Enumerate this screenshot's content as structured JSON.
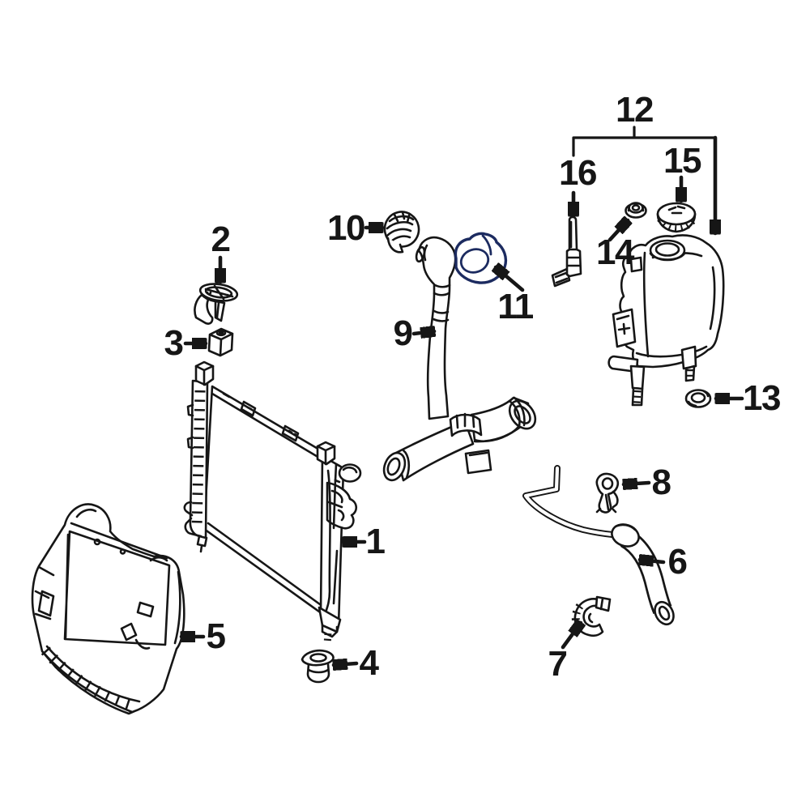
{
  "diagram": {
    "type": "exploded-parts-diagram",
    "subject": "engine cooling radiator, hoses and coolant reservoir",
    "background": "#ffffff",
    "line_color": "#161616",
    "highlight_color": "#3E62AE",
    "highlight_outline": "#1C2B60",
    "highlighted_callout": "11"
  },
  "callouts": [
    {
      "id": "1",
      "label": "1"
    },
    {
      "id": "2",
      "label": "2"
    },
    {
      "id": "3",
      "label": "3"
    },
    {
      "id": "4",
      "label": "4"
    },
    {
      "id": "5",
      "label": "5"
    },
    {
      "id": "6",
      "label": "6"
    },
    {
      "id": "7",
      "label": "7"
    },
    {
      "id": "8",
      "label": "8"
    },
    {
      "id": "9",
      "label": "9"
    },
    {
      "id": "10",
      "label": "10"
    },
    {
      "id": "11",
      "label": "11"
    },
    {
      "id": "12",
      "label": "12"
    },
    {
      "id": "13",
      "label": "13"
    },
    {
      "id": "14",
      "label": "14"
    },
    {
      "id": "15",
      "label": "15"
    },
    {
      "id": "16",
      "label": "16"
    }
  ]
}
